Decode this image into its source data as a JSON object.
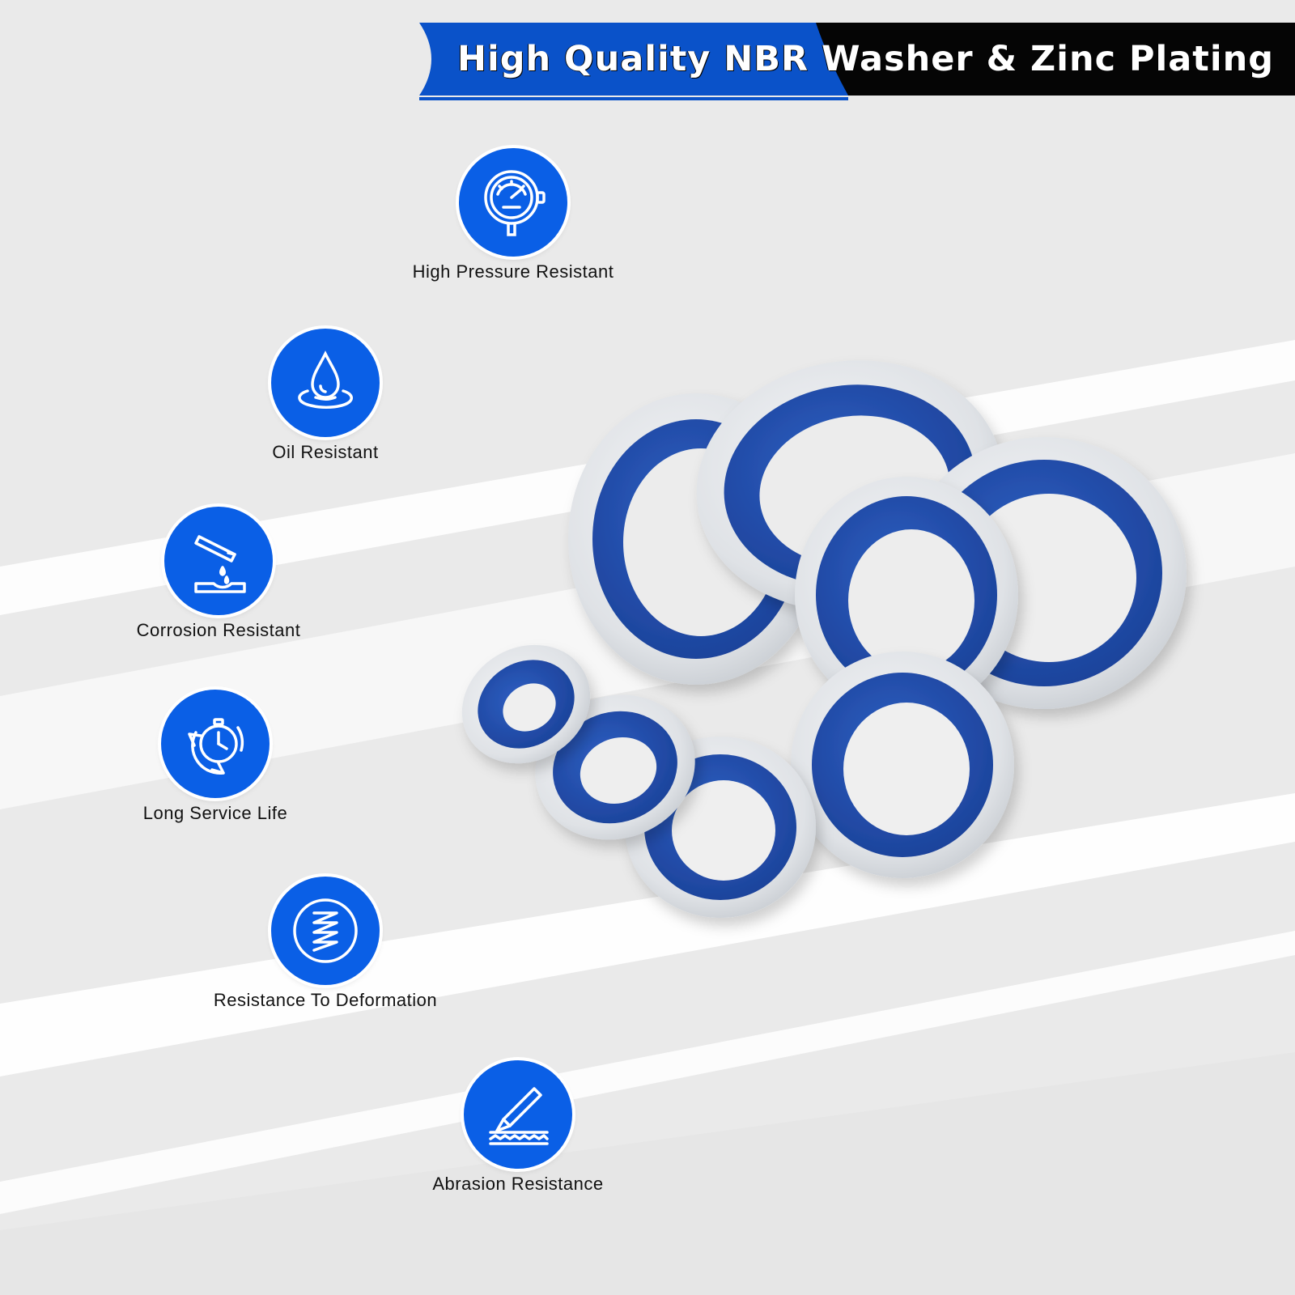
{
  "header": {
    "title": "High Quality NBR Washer & Zinc Plating",
    "colors": {
      "blue": "#0a52c9",
      "black": "#050505"
    }
  },
  "features": [
    {
      "label": "High Pressure Resistant",
      "icon": "pressure-gauge-icon"
    },
    {
      "label": "Oil Resistant",
      "icon": "oil-drop-icon"
    },
    {
      "label": "Corrosion Resistant",
      "icon": "test-tube-icon"
    },
    {
      "label": "Long Service Life",
      "icon": "clock-cycle-icon"
    },
    {
      "label": "Resistance To Deformation",
      "icon": "spring-coil-icon"
    },
    {
      "label": "Abrasion Resistance",
      "icon": "blade-surface-icon"
    }
  ],
  "colors": {
    "accent": "#0a5fe6",
    "washer_blue": "#1f4fb0",
    "washer_metal": "#dfe2e6"
  }
}
